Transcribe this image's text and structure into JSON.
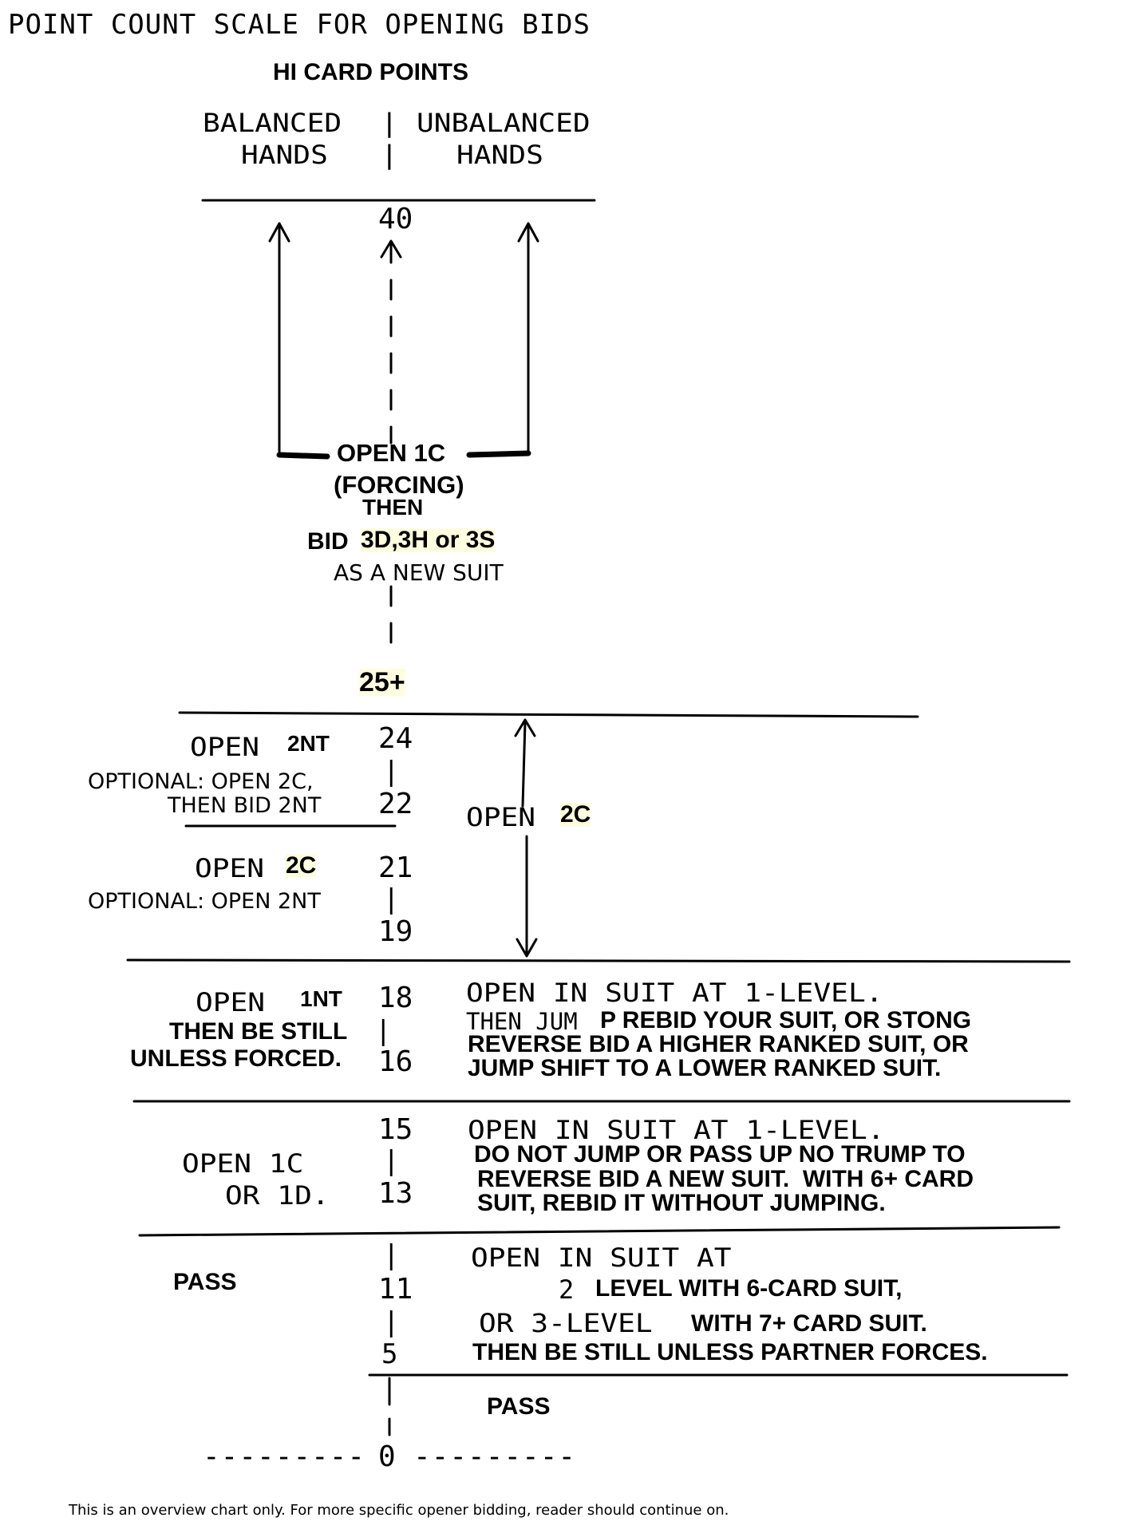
{
  "title": "POINT COUNT SCALE FOR OPENING BIDS",
  "subtitle": "HI CARD POINTS",
  "headers": {
    "balanced_1": "BALANCED",
    "balanced_2": "HANDS",
    "divider": "|",
    "unbalanced_1": "UNBALANCED",
    "unbalanced_2": "HANDS"
  },
  "scale": {
    "n40": "40",
    "n25": "25+",
    "n24": "24",
    "n22": "22",
    "n21": "21",
    "n19": "19",
    "n18": "18",
    "n16": "16",
    "n15": "15",
    "n13": "13",
    "n11": "11",
    "n5": "5",
    "n0_dashes_left": "---------",
    "n0": "0",
    "n0_dashes_right": "---------",
    "bar": "|"
  },
  "top_block": {
    "open": "OPEN 1C",
    "forcing": "(FORCING)",
    "then": "THEN",
    "bid_prefix": "BID",
    "bid_suits": "3D,3H or 3S",
    "as_new_suit": "AS A NEW SUIT"
  },
  "b22_24": {
    "open": "OPEN",
    "bid": "2NT",
    "opt_1": "OPTIONAL: OPEN 2C,",
    "opt_2": "THEN BID 2NT"
  },
  "b19_21": {
    "open": "OPEN",
    "bid": "2C",
    "opt": "OPTIONAL: OPEN 2NT"
  },
  "unbal_19_24": {
    "open": "OPEN",
    "bid": "2C"
  },
  "b16_18": {
    "open": "OPEN",
    "bid": "1NT",
    "line2": "THEN BE STILL",
    "line3": "UNLESS FORCED."
  },
  "unbal_16_18": {
    "line1": "OPEN IN SUIT AT 1-LEVEL.",
    "line2a": "THEN JUM",
    "line2b": "P REBID YOUR SUIT, OR STONG",
    "line3": "REVERSE BID A HIGHER RANKED SUIT, OR",
    "line4": "JUMP SHIFT TO A LOWER RANKED SUIT."
  },
  "b13_15": {
    "line1": "OPEN 1C",
    "line2": "OR 1D."
  },
  "unbal_13_15": {
    "line1": "OPEN IN SUIT AT 1-LEVEL.",
    "line2": "DO NOT JUMP OR PASS UP NO TRUMP TO",
    "line3": "REVERSE BID A NEW SUIT.  WITH 6+ CARD",
    "line4": "SUIT, REBID IT WITHOUT JUMPING."
  },
  "b_low": {
    "pass": "PASS"
  },
  "unbal_5_12": {
    "line1": "OPEN IN SUIT AT",
    "line2a": "2",
    "line2b": "LEVEL WITH 6-CARD SUIT,",
    "line3a": "OR 3-LEVEL",
    "line3b": "WITH 7+ CARD SUIT.",
    "line4": "THEN BE STILL UNLESS PARTNER FORCES."
  },
  "unbal_low": {
    "pass": "PASS"
  },
  "footer": "This is an overview chart only. For more specific opener bidding, reader should continue on."
}
